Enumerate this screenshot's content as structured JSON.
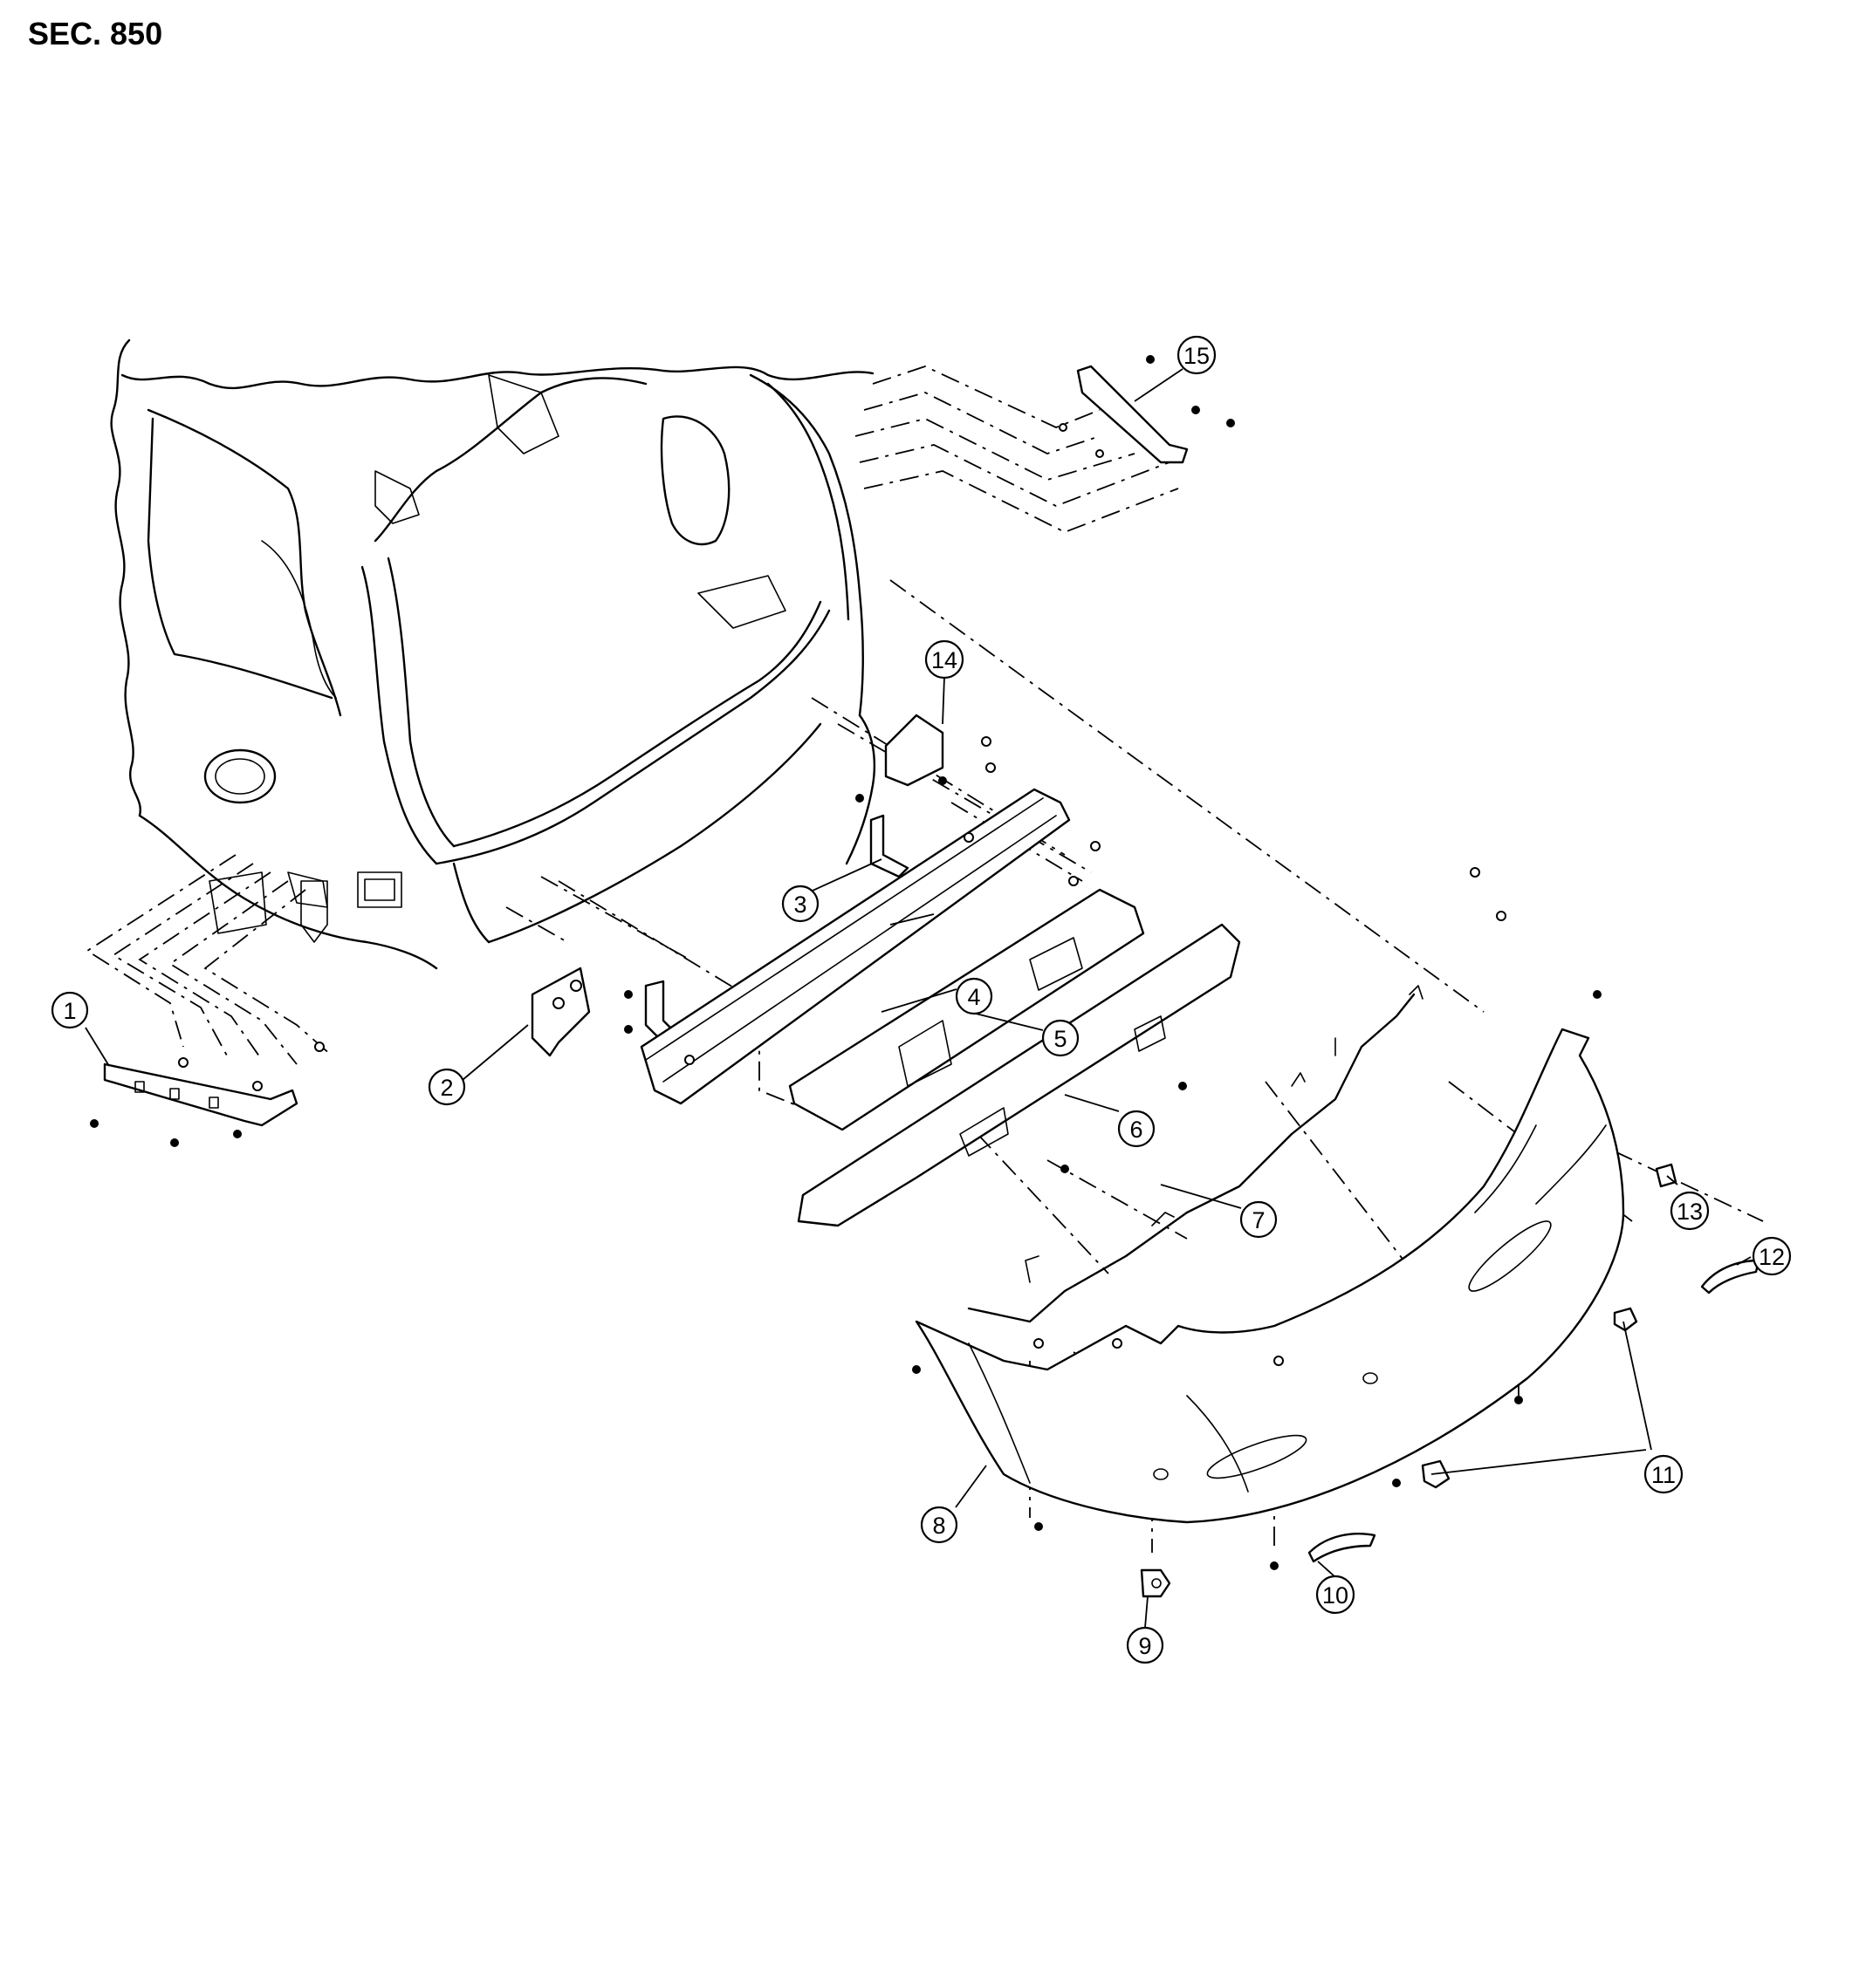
{
  "section_label": "SEC. 850",
  "callouts": [
    "1",
    "2",
    "3",
    "4",
    "5",
    "6",
    "7",
    "8",
    "9",
    "10",
    "11",
    "12",
    "13",
    "14",
    "15"
  ]
}
